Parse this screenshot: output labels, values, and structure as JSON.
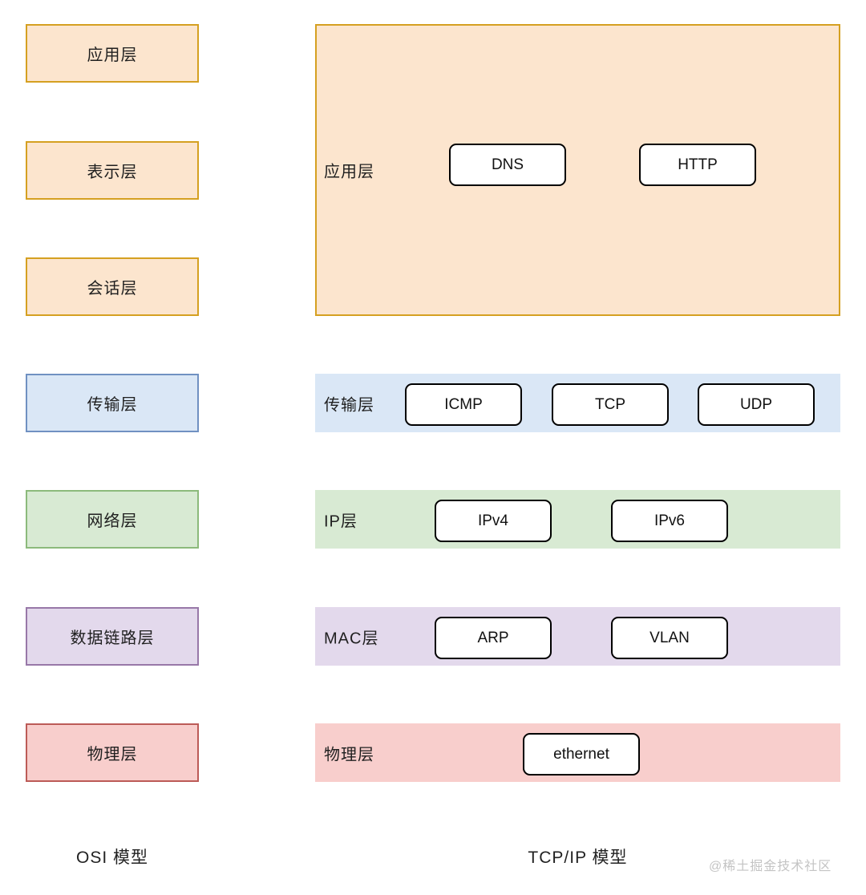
{
  "palette": {
    "orange_fill": "#fce5ce",
    "orange_stroke": "#d5a021",
    "blue_fill": "#dae7f6",
    "blue_stroke": "#7091c2",
    "green_fill": "#d8ead3",
    "green_stroke": "#8cba7b",
    "purple_fill": "#e3d9ec",
    "purple_stroke": "#9878a8",
    "red_fill": "#f8cecc",
    "red_stroke": "#bc5b57",
    "chip_fill": "#ffffff",
    "chip_stroke": "#000000",
    "watermark_color": "#c4c4c4"
  },
  "osi": {
    "caption": "OSI 模型",
    "layers": [
      {
        "label": "应用层"
      },
      {
        "label": "表示层"
      },
      {
        "label": "会话层"
      },
      {
        "label": "传输层"
      },
      {
        "label": "网络层"
      },
      {
        "label": "数据链路层"
      },
      {
        "label": "物理层"
      }
    ]
  },
  "tcpip": {
    "caption": "TCP/IP 模型",
    "rows": [
      {
        "label": "应用层",
        "protocols": [
          "DNS",
          "HTTP"
        ]
      },
      {
        "label": "传输层",
        "protocols": [
          "ICMP",
          "TCP",
          "UDP"
        ]
      },
      {
        "label": "IP层",
        "protocols": [
          "IPv4",
          "IPv6"
        ]
      },
      {
        "label": "MAC层",
        "protocols": [
          "ARP",
          "VLAN"
        ]
      },
      {
        "label": "物理层",
        "protocols": [
          "ethernet"
        ]
      }
    ]
  },
  "watermark": {
    "text": "@稀土掘金技术社区"
  }
}
